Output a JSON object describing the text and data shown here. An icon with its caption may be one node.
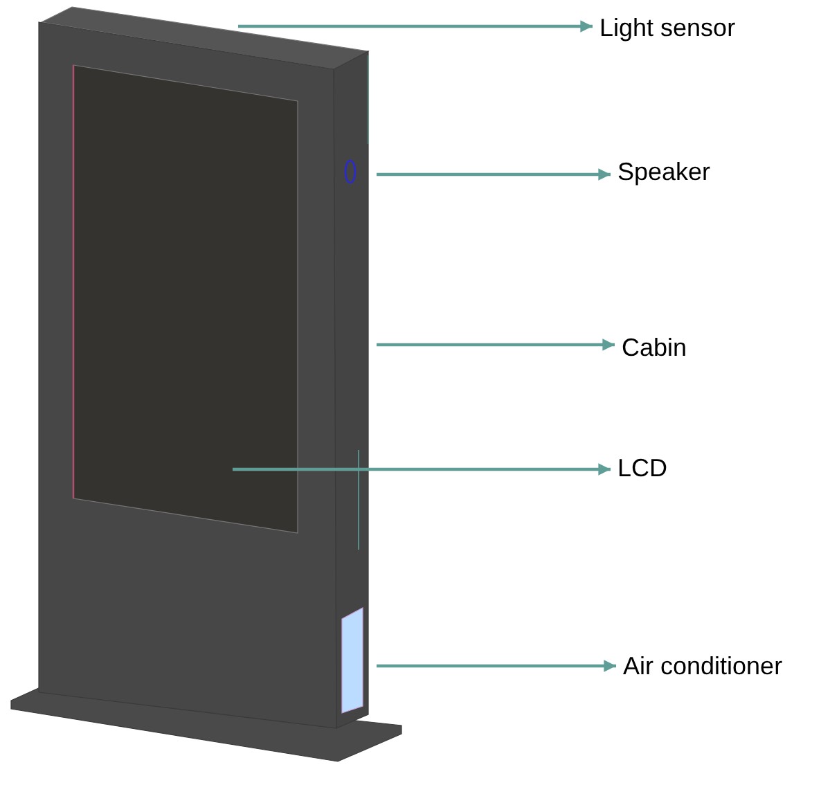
{
  "diagram": {
    "nodes": [
      {
        "text": [
          "Light sensor"
        ]
      },
      {
        "text": [
          "Speaker"
        ]
      },
      {
        "text": [
          "Cabin"
        ]
      },
      {
        "text": [
          "LCD"
        ]
      },
      {
        "text": [
          "Air conditioner"
        ]
      },
      {
        "text": [],
        "shape": "circle"
      },
      {
        "text": [],
        "shape": "box"
      },
      {
        "text": [],
        "shape": "box"
      }
    ],
    "edges": [
      {
        "from": null,
        "to": 0,
        "arrow": "to"
      },
      {
        "from": 5,
        "to": 1,
        "arrow": "to"
      },
      {
        "from": null,
        "to": 2,
        "arrow": "to"
      },
      {
        "from": 6,
        "to": 3,
        "arrow": "to"
      },
      {
        "from": 7,
        "to": 4,
        "arrow": "to"
      }
    ]
  }
}
